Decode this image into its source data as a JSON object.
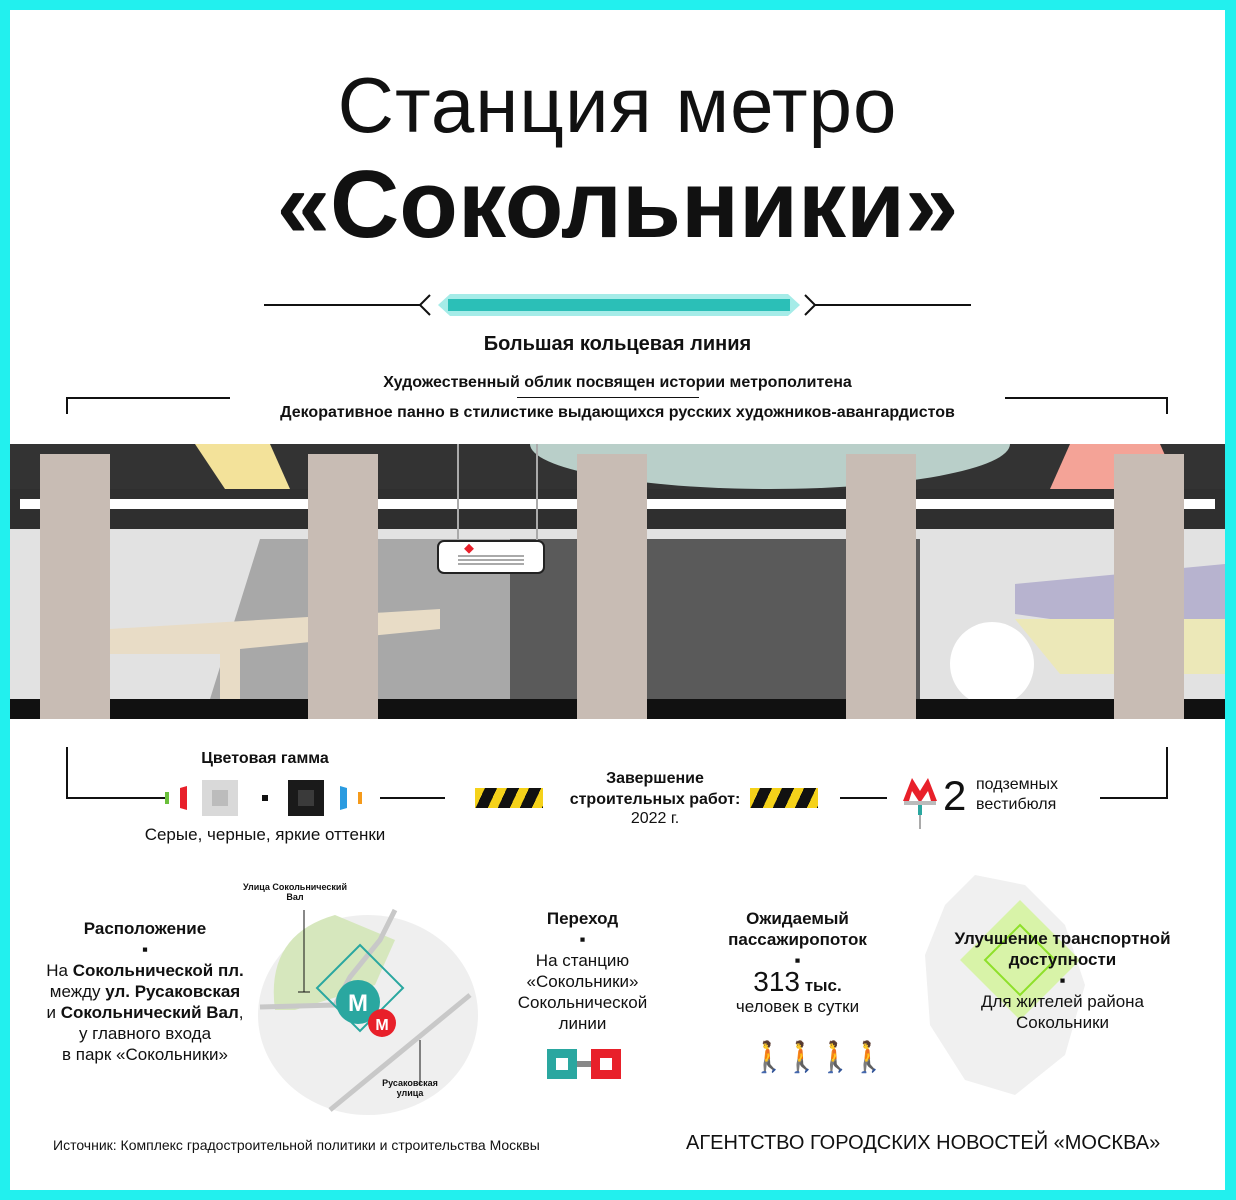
{
  "title_line1": "Станция метро",
  "title_line2": "«Сокольники»",
  "line_name": "Большая кольцевая линия",
  "design": {
    "line1": "Художественный облик посвящен истории метрополитена",
    "line2": "Декоративное панно в стилистике выдающихся русских художников-авангардистов"
  },
  "colors": {
    "title": "Цветовая гамма",
    "caption": "Серые, черные, яркие оттенки",
    "border": "#22f0ee",
    "teal": "#2aa7a0",
    "red": "#e8202a",
    "green": "#1f9a3c"
  },
  "completion": {
    "label": "Завершение строительных работ:",
    "year": "2022 г."
  },
  "vestibules": {
    "count": "2",
    "label_line1": "подземных",
    "label_line2": "вестибюля"
  },
  "location": {
    "title": "Расположение",
    "l1a": "На ",
    "l1b": "Сокольнической пл.",
    "l2a": "между ",
    "l2b": "ул. Русаковская",
    "l3a": "и ",
    "l3b": "Сокольнический Вал",
    "l3c": ",",
    "l4": "у главного входа",
    "l5": "в парк «Сокольники»",
    "map_street1": "Улица Сокольнический Вал",
    "map_street2": "Русаковская улица",
    "metro_letter": "М"
  },
  "transfer": {
    "title": "Переход",
    "text": "На станцию «Сокольники» Сокольнической линии"
  },
  "flow": {
    "title": "Ожидаемый пассажиропоток",
    "value": "313",
    "unit": "тыс.",
    "caption": "человек в сутки"
  },
  "access": {
    "title": "Улучшение транспортной доступности",
    "text": "Для жителей района Сокольники"
  },
  "source": "Источник: Комплекс градостроительной политики и строительства Москвы",
  "agency": "АГЕНТСТВО ГОРОДСКИХ НОВОСТЕЙ «МОСКВА»"
}
